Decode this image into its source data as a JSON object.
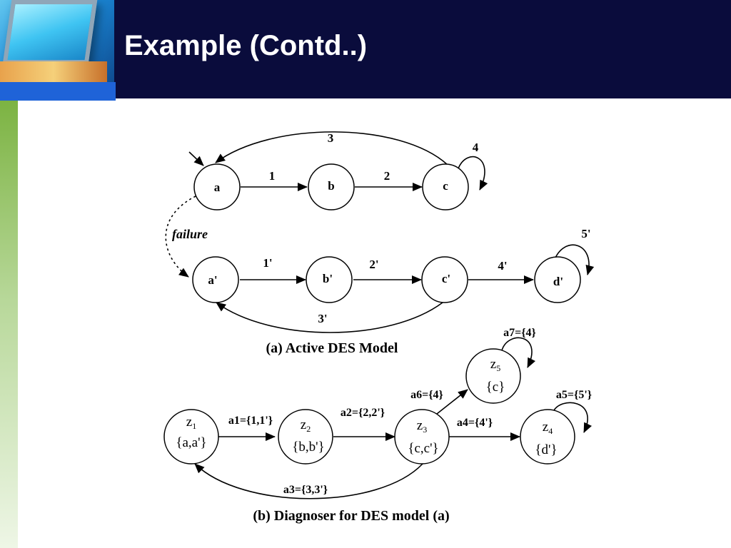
{
  "slide": {
    "title": "Example (Contd..)"
  },
  "diagram_a": {
    "caption": "(a) Active DES Model",
    "nodes": [
      "a",
      "b",
      "c",
      "a'",
      "b'",
      "c'",
      "d'"
    ],
    "edges": [
      {
        "from": "a",
        "to": "b",
        "label": "1"
      },
      {
        "from": "b",
        "to": "c",
        "label": "2"
      },
      {
        "from": "c",
        "to": "a",
        "label": "3"
      },
      {
        "from": "c",
        "to": "c",
        "label": "4"
      },
      {
        "from": "a",
        "to": "a'",
        "label": "failure",
        "style": "dashed"
      },
      {
        "from": "a'",
        "to": "b'",
        "label": "1'"
      },
      {
        "from": "b'",
        "to": "c'",
        "label": "2'"
      },
      {
        "from": "c'",
        "to": "a'",
        "label": "3'"
      },
      {
        "from": "c'",
        "to": "d'",
        "label": "4'"
      },
      {
        "from": "d'",
        "to": "d'",
        "label": "5'"
      }
    ]
  },
  "diagram_b": {
    "caption": "(b) Diagnoser for DES model (a)",
    "nodes": [
      {
        "name": "z",
        "sub": "1",
        "set": "{a,a'}"
      },
      {
        "name": "z",
        "sub": "2",
        "set": "{b,b'}"
      },
      {
        "name": "z",
        "sub": "3",
        "set": "{c,c'}"
      },
      {
        "name": "z",
        "sub": "4",
        "set": "{d'}"
      },
      {
        "name": "z",
        "sub": "5",
        "set": "{c}"
      }
    ],
    "edges": [
      {
        "from": "z1",
        "to": "z2",
        "label": "a1={1,1'}"
      },
      {
        "from": "z2",
        "to": "z3",
        "label": "a2={2,2'}"
      },
      {
        "from": "z3",
        "to": "z1",
        "label": "a3={3,3'}"
      },
      {
        "from": "z3",
        "to": "z4",
        "label": "a4={4'}"
      },
      {
        "from": "z4",
        "to": "z4",
        "label": "a5={5'}"
      },
      {
        "from": "z3",
        "to": "z5",
        "label": "a6={4}"
      },
      {
        "from": "z5",
        "to": "z5",
        "label": "a7={4}"
      }
    ]
  }
}
